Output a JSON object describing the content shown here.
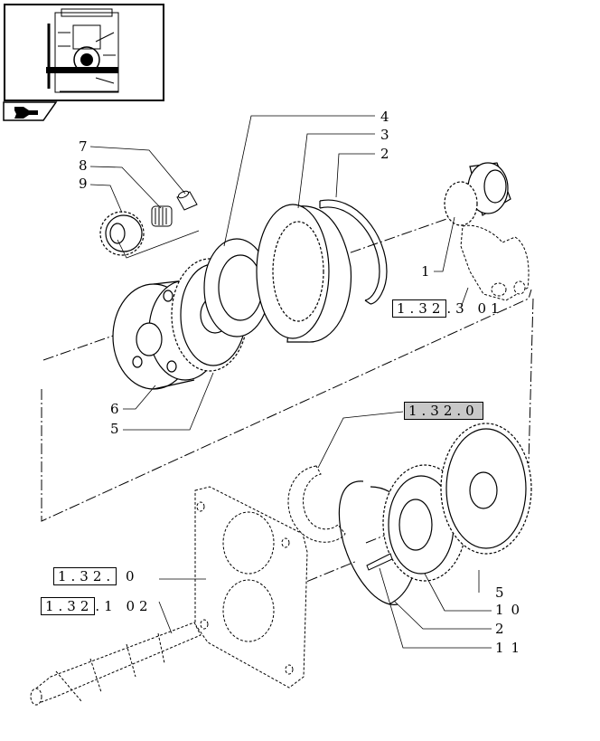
{
  "callouts": [
    "1",
    "2",
    "3",
    "4",
    "5",
    "6",
    "7",
    "8",
    "9",
    "10",
    "11"
  ],
  "bottom_callouts": {
    "five": "5",
    "ten": "10",
    "two": "2",
    "eleven": "11"
  },
  "references": {
    "ref_top": {
      "boxed": "1.32",
      "tail": ".3 01"
    },
    "ref_highlight": {
      "boxed": "1.32.0"
    },
    "ref_mid": {
      "boxed": "1.32.",
      "tail": " 0"
    },
    "ref_low": {
      "boxed": "1.32",
      "tail": ".1 02"
    }
  },
  "colors": {
    "highlight": "#c8c8c8",
    "line": "#000000"
  },
  "icons": {
    "nav": "arrow-right-icon",
    "thumbnail": "assembly-thumbnail"
  }
}
